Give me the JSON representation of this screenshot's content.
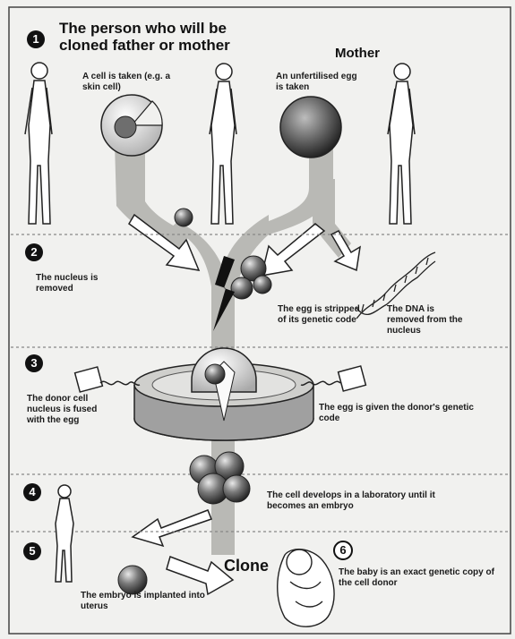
{
  "colors": {
    "stream": "#b9b9b5",
    "ink": "#111111",
    "background": "#f1f1ef",
    "cell": "#6e6e6e"
  },
  "steps": [
    {
      "number": "1",
      "title": "The person who will be cloned father or mother"
    },
    {
      "number": "2",
      "text": "The nucleus is removed"
    },
    {
      "number": "3",
      "text": "The donor cell nucleus is fused with the egg"
    },
    {
      "number": "4",
      "text": "The cell develops in a laboratory until it becomes an embryo"
    },
    {
      "number": "5",
      "text": "The embryo is implanted into uterus"
    },
    {
      "number": "6",
      "text": "The baby is an exact genetic copy of the cell donor"
    }
  ],
  "labels": {
    "mother": "Mother",
    "cell_taken": "A cell is taken (e.g. a skin cell)",
    "egg_taken": "An unfertilised egg is taken",
    "egg_stripped": "The egg is stripped of its genetic code",
    "dna_removed": "The DNA is removed from the nucleus",
    "egg_given_code": "The egg is given the donor's genetic code",
    "clone": "Clone"
  }
}
